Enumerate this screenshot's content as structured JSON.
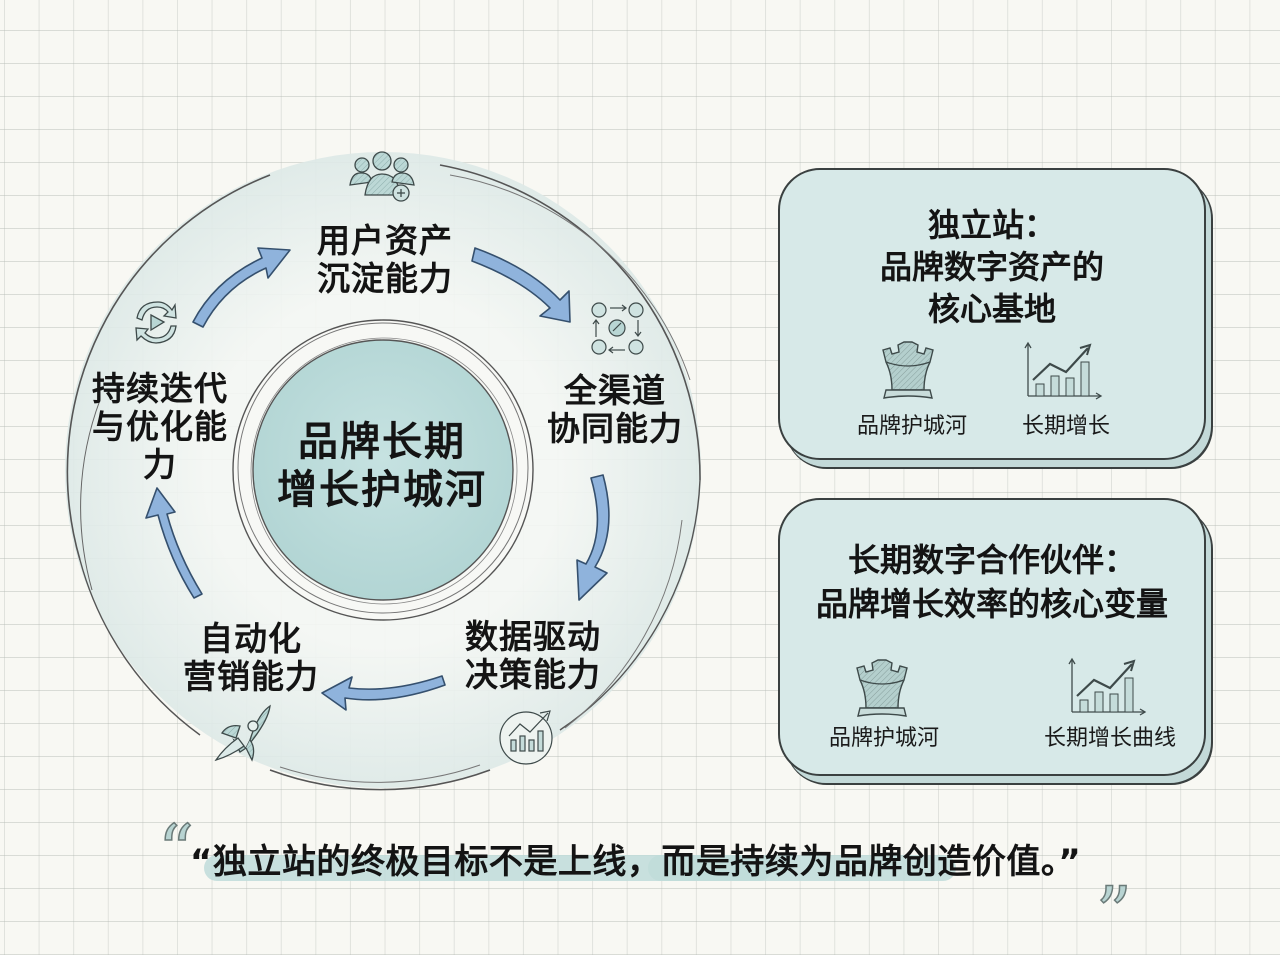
{
  "diagram": {
    "center": {
      "line1": "品牌长期",
      "line2": "增长护城河"
    },
    "nodes": [
      {
        "id": "user-assets",
        "line1": "用户资产",
        "line2": "沉淀能力",
        "icon": "users-plus-icon"
      },
      {
        "id": "omnichannel",
        "line1": "全渠道",
        "line2": "协同能力",
        "icon": "network-collaboration-icon"
      },
      {
        "id": "data-driven",
        "line1": "数据驱动",
        "line2": "决策能力",
        "icon": "growth-chart-icon"
      },
      {
        "id": "automation",
        "line1": "自动化",
        "line2": "营销能力",
        "icon": "rocket-icon"
      },
      {
        "id": "iteration",
        "line1": "持续迭代",
        "line2": "与优化能",
        "line3": "力",
        "icon": "refresh-play-icon"
      }
    ],
    "arrow_color": "#8fb3dc",
    "ring_color": "#e3eeec",
    "center_color": "#bcdcdb"
  },
  "cards": [
    {
      "title_lines": [
        "独立站：",
        "品牌数字资产的",
        "核心基地"
      ],
      "items": [
        {
          "icon": "castle-tower-icon",
          "label": "品牌护城河"
        },
        {
          "icon": "bar-growth-chart-icon",
          "label": "长期增长"
        }
      ]
    },
    {
      "title_lines": [
        "长期数字合作伙伴：",
        "品牌增长效率的核心变量"
      ],
      "items": [
        {
          "icon": "castle-tower-icon",
          "label": "品牌护城河"
        },
        {
          "icon": "bar-growth-chart-icon",
          "label": "长期增长曲线"
        }
      ]
    }
  ],
  "quote": {
    "text": "“独立站的终极目标不是上线，而是持续为品牌创造价值。”",
    "open_mark": "“",
    "close_mark": "”"
  },
  "colors": {
    "background": "#f8f8f3",
    "card_fill": "#d7e9e8",
    "highlight": "#bfdcd9",
    "arrow": "#8fb3dc"
  }
}
